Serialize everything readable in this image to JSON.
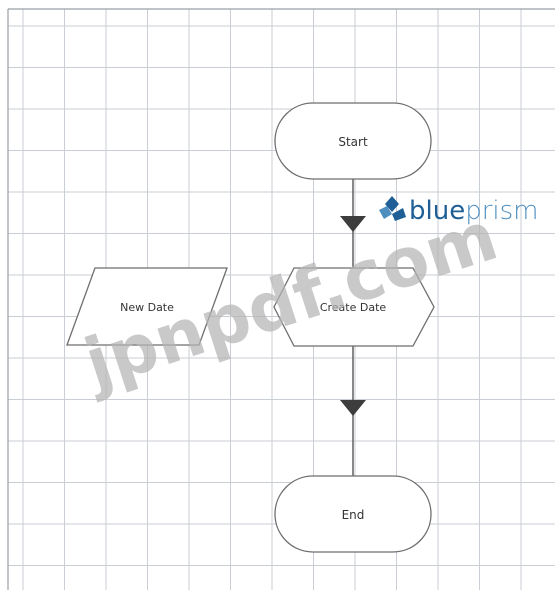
{
  "diagram": {
    "nodes": {
      "start": {
        "label": "Start"
      },
      "create_date": {
        "label": "Create Date"
      },
      "new_date": {
        "label": "New Date"
      },
      "end": {
        "label": "End"
      }
    }
  },
  "logo": {
    "text_blue": "blue",
    "text_prism": "prism"
  },
  "watermark": {
    "text": "jpnpdf.com"
  },
  "colors": {
    "grid": "#c9cdd4",
    "shape_stroke": "#6e6e6e",
    "arrow": "#3d3d3d",
    "logo_blue": "#1f5f96",
    "logo_light": "#4f8fc0",
    "watermark": "#b4b4b4"
  }
}
